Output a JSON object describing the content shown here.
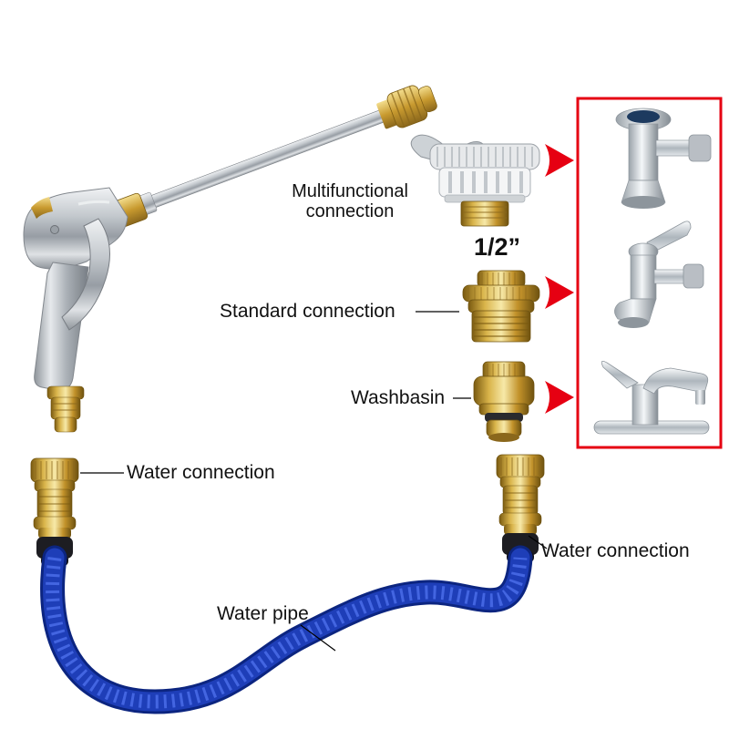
{
  "labels": {
    "multifunctional": {
      "line1": "Multifunctional",
      "line2": "connection"
    },
    "size": "1/2”",
    "standard": "Standard connection",
    "washbasin": "Washbasin",
    "water_connection_left": "Water connection",
    "water_connection_right": "Water connection",
    "water_pipe": "Water pipe"
  },
  "colors": {
    "accent_red": "#e60012",
    "brass": "#c89a2f",
    "chrome": "#c3c8cd",
    "hose_blue": "#1e3eb8",
    "text": "#111111",
    "background": "#ffffff"
  },
  "icons": {
    "arrows": "arrow-right-icon",
    "spray_gun": "spray-gun-figure",
    "multifunctional_connector": "multifunctional-tap-connector-figure",
    "standard_connector": "standard-threaded-connector-figure",
    "washbasin_connector": "washbasin-tap-connector-figure",
    "faucet_examples": "faucet-examples-figures",
    "hose": "expandable-water-pipe-figure",
    "water_connector": "quick-water-connector-figure"
  }
}
